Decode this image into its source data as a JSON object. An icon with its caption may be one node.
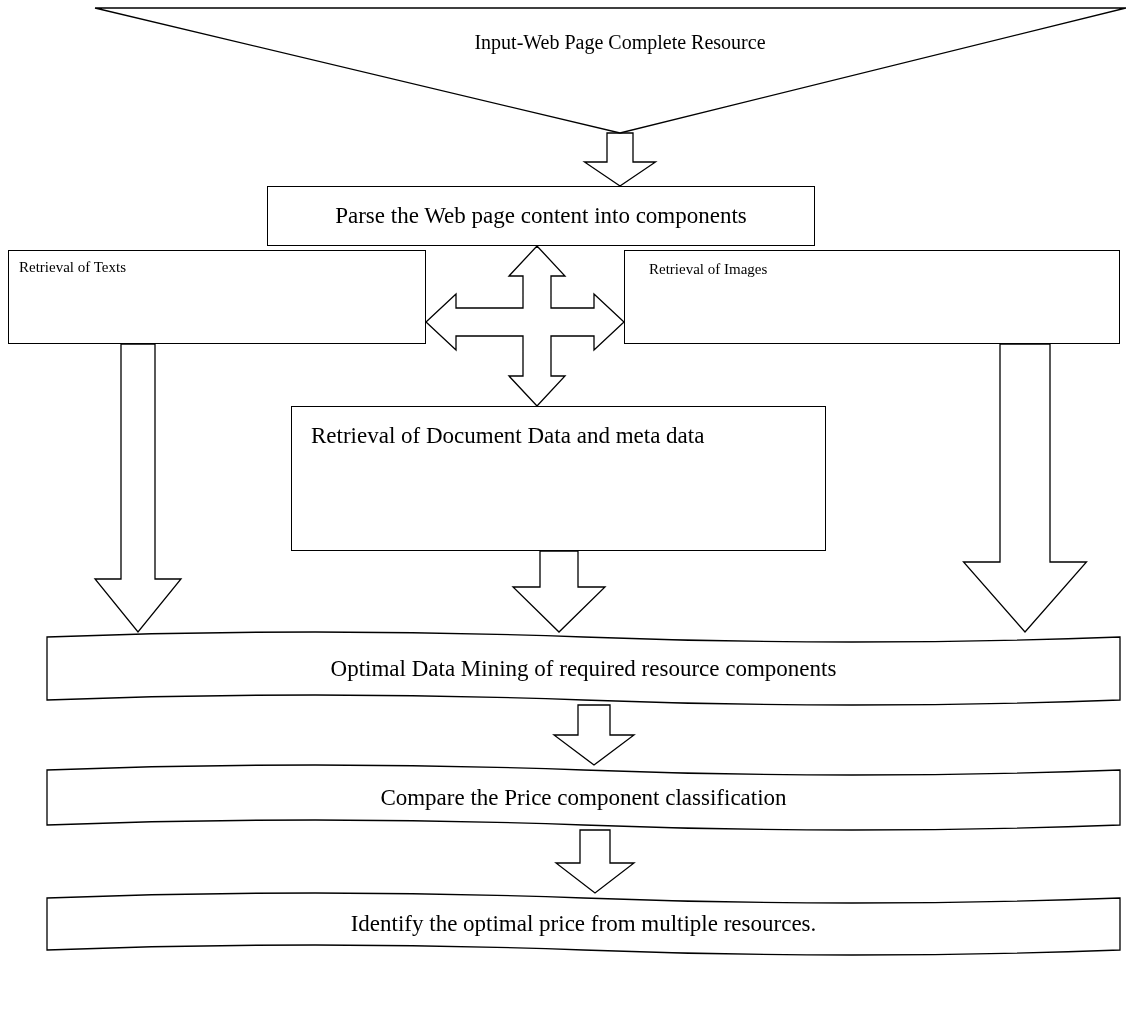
{
  "diagram": {
    "nodes": [
      {
        "text": [
          "Input-Web Page Complete Resource"
        ]
      },
      {
        "text": [
          "Parse the Web page content into components"
        ]
      },
      {
        "text": [
          "Retrieval of Texts"
        ]
      },
      {
        "text": [
          "Retrieval of Images"
        ]
      },
      {
        "text": [
          "Retrieval of Document Data and meta data"
        ]
      },
      {
        "text": [
          "Optimal Data Mining of required resource components"
        ]
      },
      {
        "text": [
          "Compare the Price component classification"
        ]
      },
      {
        "text": [
          "Identify the optimal price from multiple resources."
        ]
      }
    ],
    "edges": [
      {
        "from": 0,
        "to": 1,
        "arrow": "to"
      },
      {
        "from": 1,
        "to": 4,
        "arrow": "both"
      },
      {
        "from": 2,
        "to": 3,
        "arrow": "both"
      },
      {
        "from": 2,
        "to": 5,
        "arrow": "to"
      },
      {
        "from": 4,
        "to": 5,
        "arrow": "to"
      },
      {
        "from": 3,
        "to": 5,
        "arrow": "to"
      },
      {
        "from": 5,
        "to": 6,
        "arrow": "to"
      },
      {
        "from": 6,
        "to": 7,
        "arrow": "to"
      }
    ]
  }
}
